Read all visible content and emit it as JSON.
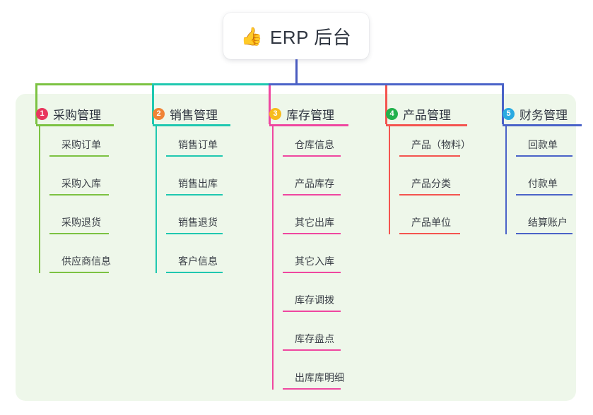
{
  "root": {
    "icon": "thumbs-up-emoji",
    "emoji": "👍",
    "title": "ERP 后台"
  },
  "palette": {
    "panel_background": "#eef7ea",
    "page_background": "#ffffff",
    "root_card_background": "#ffffff",
    "root_stem": "#4a5bbf",
    "text": "#2f3540"
  },
  "columns": [
    {
      "number": "1",
      "title": "采购管理",
      "branch_color": "#7cc242",
      "badge_color": "#e8365d",
      "items": [
        {
          "label": "采购订单"
        },
        {
          "label": "采购入库"
        },
        {
          "label": "采购退货"
        },
        {
          "label": "供应商信息"
        }
      ]
    },
    {
      "number": "2",
      "title": "销售管理",
      "branch_color": "#1fc8b0",
      "badge_color": "#f08336",
      "items": [
        {
          "label": "销售订单"
        },
        {
          "label": "销售出库"
        },
        {
          "label": "销售退货"
        },
        {
          "label": "客户信息"
        }
      ]
    },
    {
      "number": "3",
      "title": "库存管理",
      "branch_color": "#ef47a0",
      "badge_color": "#f7bb1c",
      "items": [
        {
          "label": "仓库信息"
        },
        {
          "label": "产品库存"
        },
        {
          "label": "其它出库"
        },
        {
          "label": "其它入库"
        },
        {
          "label": "库存调拨"
        },
        {
          "label": "库存盘点"
        },
        {
          "label": "出库库明细"
        }
      ]
    },
    {
      "number": "4",
      "title": "产品管理",
      "branch_color": "#f4544f",
      "badge_color": "#22b14c",
      "items": [
        {
          "label": "产品（物料）"
        },
        {
          "label": "产品分类"
        },
        {
          "label": "产品单位"
        }
      ]
    },
    {
      "number": "5",
      "title": "财务管理",
      "branch_color": "#4a63c8",
      "badge_color": "#29aae1",
      "items": [
        {
          "label": "回款单"
        },
        {
          "label": "付款单"
        },
        {
          "label": "结算账户"
        }
      ]
    }
  ]
}
